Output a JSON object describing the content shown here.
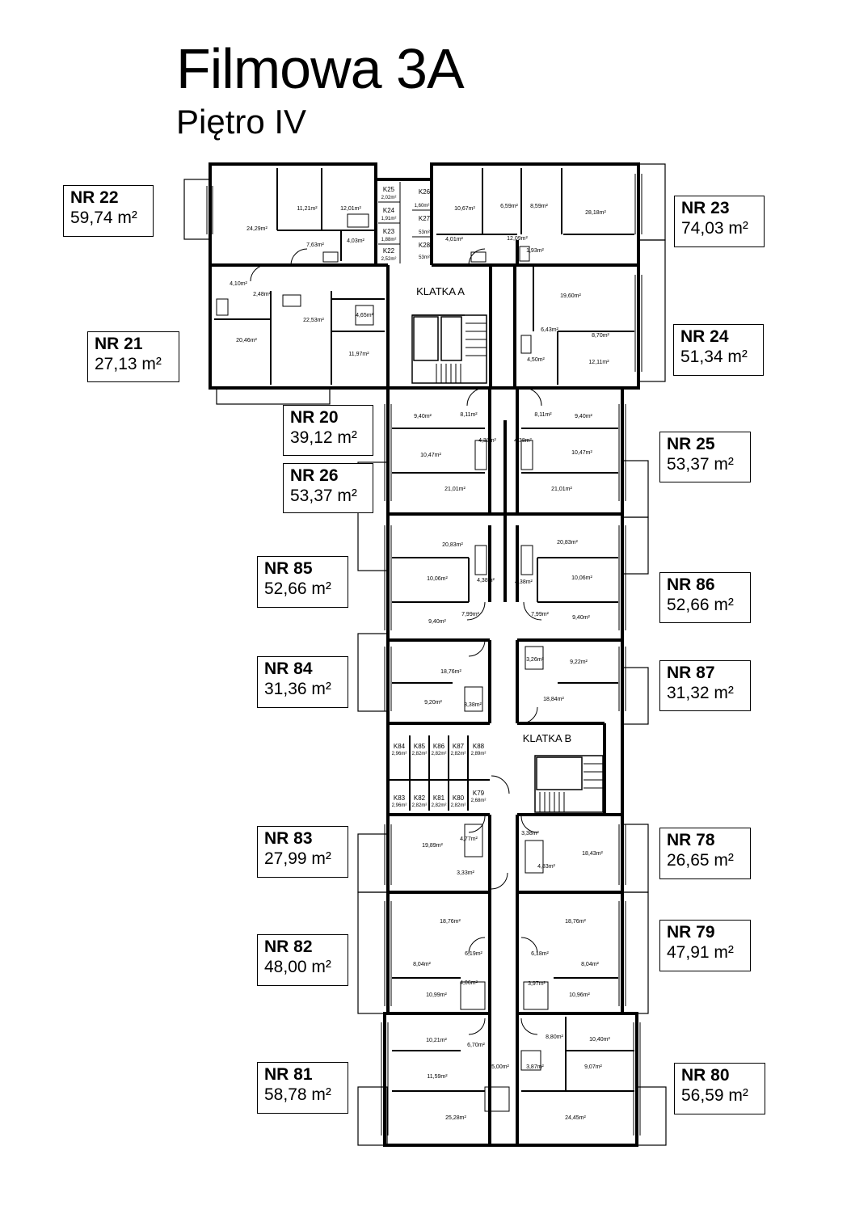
{
  "title": "Filmowa 3A",
  "subtitle": "Piętro IV",
  "apartments": {
    "nr22": {
      "label": "NR 22",
      "area": "59,74 m²"
    },
    "nr23": {
      "label": "NR 23",
      "area": "74,03 m²"
    },
    "nr21": {
      "label": "NR 21",
      "area": "27,13 m²"
    },
    "nr24": {
      "label": "NR 24",
      "area": "51,34 m²"
    },
    "nr20": {
      "label": "NR 20",
      "area": "39,12 m²"
    },
    "nr25": {
      "label": "NR 25",
      "area": "53,37 m²"
    },
    "nr26": {
      "label": "NR 26",
      "area": "53,37 m²"
    },
    "nr85": {
      "label": "NR 85",
      "area": "52,66 m²"
    },
    "nr86": {
      "label": "NR 86",
      "area": "52,66 m²"
    },
    "nr84": {
      "label": "NR 84",
      "area": "31,36 m²"
    },
    "nr87": {
      "label": "NR 87",
      "area": "31,32 m²"
    },
    "nr83": {
      "label": "NR 83",
      "area": "27,99 m²"
    },
    "nr78": {
      "label": "NR 78",
      "area": "26,65 m²"
    },
    "nr82": {
      "label": "NR 82",
      "area": "48,00 m²"
    },
    "nr79": {
      "label": "NR 79",
      "area": "47,91 m²"
    },
    "nr81": {
      "label": "NR 81",
      "area": "58,78 m²"
    },
    "nr80": {
      "label": "NR 80",
      "area": "56,59 m²"
    }
  },
  "stairwells": {
    "a": "KLATKA A",
    "b": "KLATKA B"
  },
  "storage_top": [
    {
      "id": "K25",
      "area": "2,02m²"
    },
    {
      "id": "K24",
      "area": "1,91m²"
    },
    {
      "id": "K23",
      "area": "1,88m²"
    },
    {
      "id": "K22",
      "area": "2,52m²"
    },
    {
      "id": "K26",
      "area": "1,60m²"
    },
    {
      "id": "K27",
      "area": "53m²"
    },
    {
      "id": "K28",
      "area": "53m²"
    }
  ],
  "storage_bottom": [
    {
      "id": "K84",
      "area": "2,96m²"
    },
    {
      "id": "K85",
      "area": "2,82m²"
    },
    {
      "id": "K86",
      "area": "2,82m²"
    },
    {
      "id": "K87",
      "area": "2,82m²"
    },
    {
      "id": "K88",
      "area": "2,89m²"
    },
    {
      "id": "K83",
      "area": "2,96m²"
    },
    {
      "id": "K82",
      "area": "2,82m²"
    },
    {
      "id": "K81",
      "area": "2,82m²"
    },
    {
      "id": "K80",
      "area": "2,82m²"
    },
    {
      "id": "K79",
      "area": "2,68m²"
    }
  ],
  "room_areas": [
    "24,29m²",
    "11,21m²",
    "12,01m²",
    "7,63m²",
    "4,03m²",
    "10,67m²",
    "6,59m²",
    "8,59m²",
    "28,18m²",
    "4,01m²",
    "12,09m²",
    "1,93m²",
    "4,10m²",
    "2,48m²",
    "22,53m²",
    "4,65m²",
    "20,46m²",
    "11,97m²",
    "19,60m²",
    "6,43m²",
    "8,70m²",
    "4,50m²",
    "12,11m²",
    "9,40m²",
    "8,11m²",
    "10,47m²",
    "4,38m²",
    "21,01m²",
    "8,11m²",
    "9,40m²",
    "4,38m²",
    "10,47m²",
    "21,01m²",
    "20,83m²",
    "10,06m²",
    "4,38m²",
    "7,99m²",
    "9,40m²",
    "20,83m²",
    "4,38m²",
    "10,06m²",
    "7,99m²",
    "9,40m²",
    "18,76m²",
    "9,20m²",
    "3,38m²",
    "9,22m²",
    "3,26m²",
    "18,84m²",
    "19,89m²",
    "4,77m²",
    "3,33m²",
    "3,38m²",
    "18,43m²",
    "4,83m²",
    "18,76m²",
    "6,19m²",
    "8,04m²",
    "4,06m²",
    "10,99m²",
    "18,76m²",
    "6,18m²",
    "8,04m²",
    "3,97m²",
    "10,96m²",
    "10,21m²",
    "6,70m²",
    "11,59m²",
    "5,00m²",
    "25,28m²",
    "8,80m²",
    "10,40m²",
    "3,87m²",
    "9,07m²",
    "24,45m²"
  ]
}
